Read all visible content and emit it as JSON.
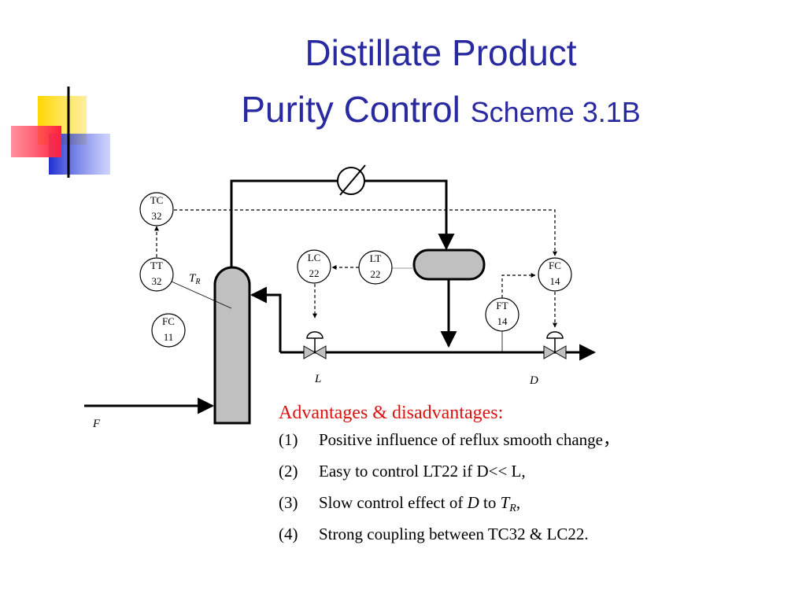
{
  "title": {
    "line1": "Distillate Product",
    "line2_main": "Purity Control",
    "line2_scheme": "Scheme 3.1B"
  },
  "instruments": {
    "tc32": {
      "tag": "TC",
      "num": "32"
    },
    "tt32": {
      "tag": "TT",
      "num": "32"
    },
    "fc11": {
      "tag": "FC",
      "num": "11"
    },
    "lc22": {
      "tag": "LC",
      "num": "22"
    },
    "lt22": {
      "tag": "LT",
      "num": "22"
    },
    "fc14": {
      "tag": "FC",
      "num": "14"
    },
    "ft14": {
      "tag": "FT",
      "num": "14"
    }
  },
  "stream_labels": {
    "tr_main": "T",
    "tr_sub": "R",
    "l": "L",
    "d": "D",
    "f": "F"
  },
  "notes": {
    "heading": "Advantages & disadvantages:",
    "items": [
      {
        "num": "(1)",
        "text": "Positive influence of  reflux smooth change，"
      },
      {
        "num": "(2)",
        "text": "Easy to control LT22 if D<< L,"
      },
      {
        "num": "(3)",
        "pre": "Slow control effect of ",
        "d": "D",
        "mid": " to ",
        "t": "T",
        "tsub": "R",
        "post": ","
      },
      {
        "num": "(4)",
        "text": "Strong coupling between TC32 & LC22."
      }
    ]
  },
  "colors": {
    "title": "#2a2aa0",
    "heading": "#dd1111",
    "column_fill": "#c0c0c0",
    "drum_fill": "#c0c0c0",
    "deco_yellow": "#ffd700",
    "deco_blue": "#3040d8",
    "deco_red": "#ff4050"
  }
}
